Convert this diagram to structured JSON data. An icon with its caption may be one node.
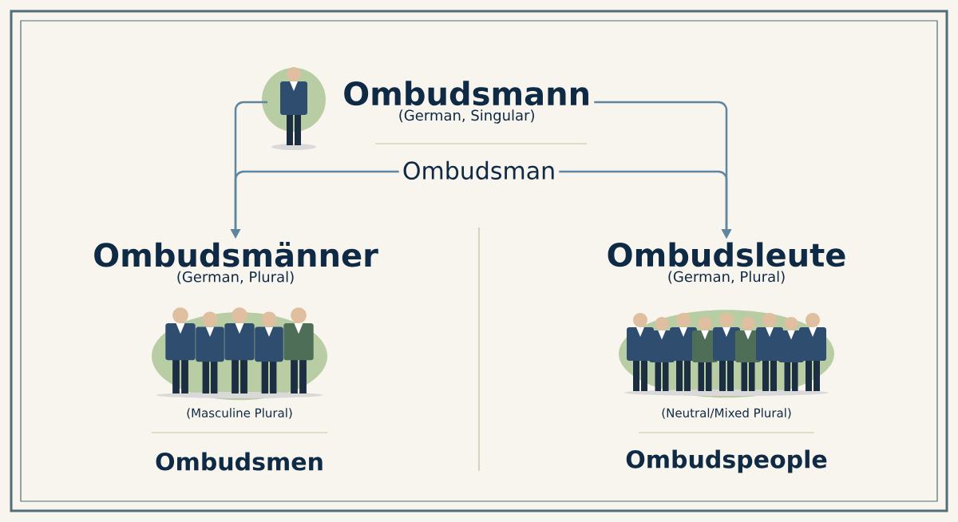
{
  "diagram": {
    "nodes": [
      {
        "text": [
          "Ombudsmann",
          "(German, Singular)"
        ]
      },
      {
        "text": [
          "Ombudsman"
        ]
      },
      {
        "text": [
          "Ombudsmänner",
          "(German, Plural)"
        ]
      },
      {
        "text": [
          "Ombudsleute",
          "(German, Plural)"
        ]
      }
    ],
    "edges": [
      {
        "from": 0,
        "to": 2,
        "arrow": "to"
      },
      {
        "from": 1,
        "to": 2,
        "arrow": "to"
      },
      {
        "from": 0,
        "to": 3,
        "arrow": "to"
      },
      {
        "from": 1,
        "to": 3,
        "arrow": "to"
      }
    ],
    "labels": [
      "(Masculine Plural)",
      "Ombudsmen",
      "(Neutral/Mixed Plural)",
      "Ombudspeople"
    ]
  }
}
